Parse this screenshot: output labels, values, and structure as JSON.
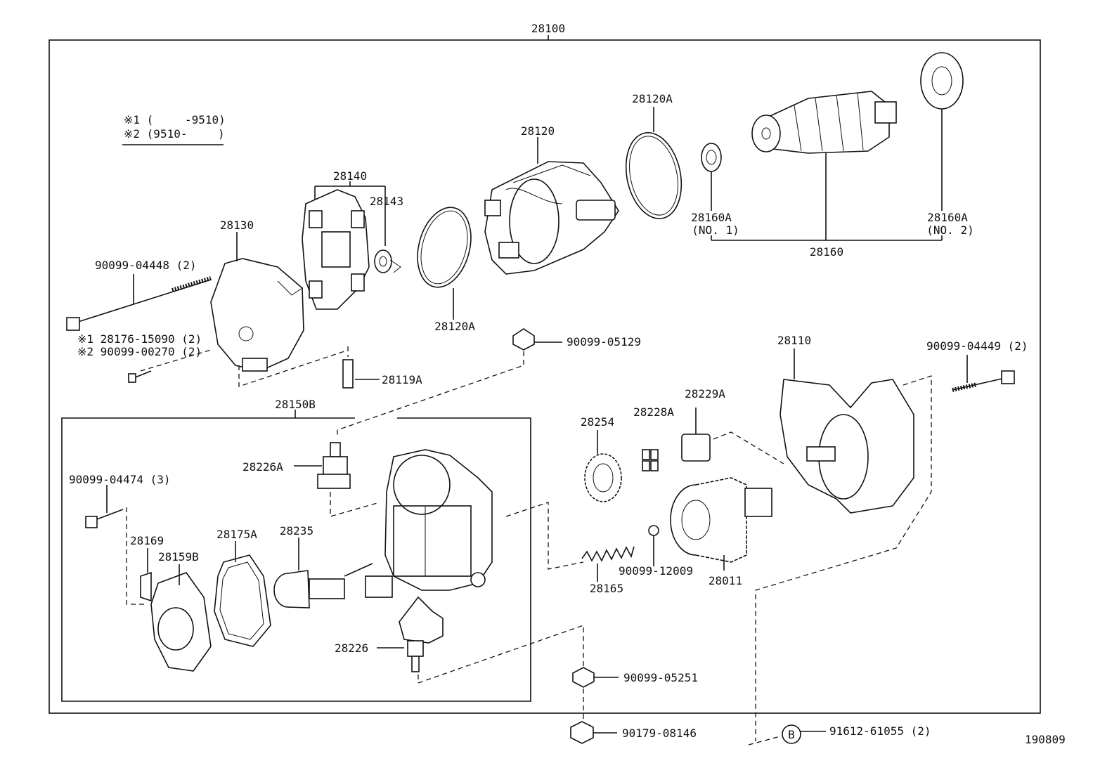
{
  "diagram": {
    "id": "190809",
    "labels": {
      "p28100": "28100",
      "p28120a_top": "28120A",
      "p28120": "28120",
      "p28140": "28140",
      "p28143": "28143",
      "p28130": "28130",
      "p28120a_mid": "28120A",
      "p28160a_1": "28160A",
      "p28160a_1_sub": "(NO. 1)",
      "p28160a_2": "28160A",
      "p28160a_2_sub": "(NO. 2)",
      "p28160": "28160",
      "bolt_04448": "90099-04448 (2)",
      "note1_part": "※1 28176-15090 (2)",
      "note2_part": "※2 90099-00270 (2)",
      "p28119a": "28119A",
      "nut_05129": "90099-05129",
      "p28110": "28110",
      "bolt_04449": "90099-04449 (2)",
      "p28150b": "28150B",
      "p28254": "28254",
      "p28228a": "28228A",
      "p28229a": "28229A",
      "p28226a": "28226A",
      "bolt_04474": "90099-04474 (3)",
      "p28169": "28169",
      "p28159b": "28159B",
      "p28175a": "28175A",
      "p28235": "28235",
      "p28165": "28165",
      "ball_12009": "90099-12009",
      "p28011": "28011",
      "p28226": "28226",
      "nut_05251": "90099-05251",
      "nut_08146": "90179-08146",
      "circle_b": "B",
      "bolt_61055": "91612-61055 (2)"
    },
    "legend": {
      "line1_mark": "※1 (",
      "line1_range": "-9510)",
      "line2_mark": "※2 (9510-",
      "line2_close": ")"
    }
  }
}
